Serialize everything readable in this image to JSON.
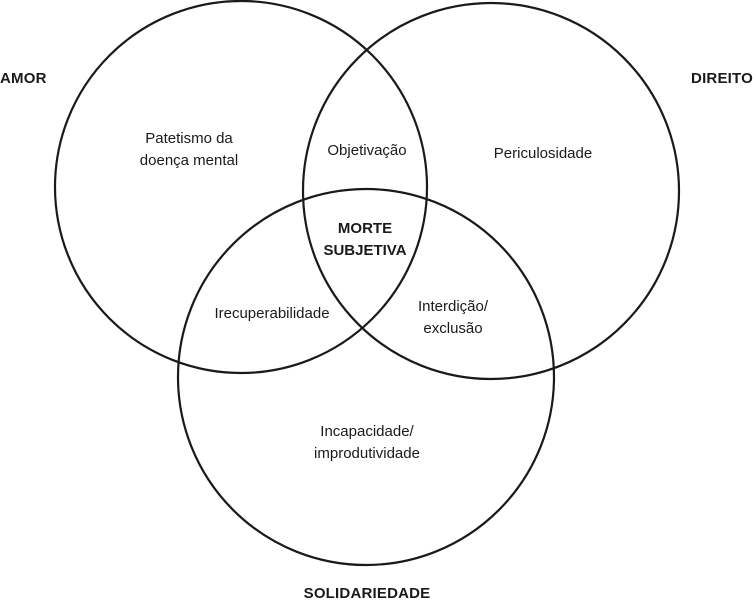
{
  "sets": {
    "amor": "AMOR",
    "direito": "DIREITO",
    "solidariedade": "SOLIDARIEDADE"
  },
  "regions": {
    "amor_only": [
      "Patetismo da",
      "doença mental"
    ],
    "direito_only": [
      "Periculosidade"
    ],
    "solidariedade_only": [
      "Incapacidade/",
      "improdutividade"
    ],
    "amor_direito": [
      "Objetivação"
    ],
    "amor_solidariedade": [
      "Irecuperabilidade"
    ],
    "direito_solidariedade": [
      "Interdição/",
      "exclusão"
    ],
    "center": [
      "MORTE",
      "SUBJETIVA"
    ]
  },
  "colors": {
    "stroke": "#1a1a1a",
    "background": "#ffffff"
  }
}
